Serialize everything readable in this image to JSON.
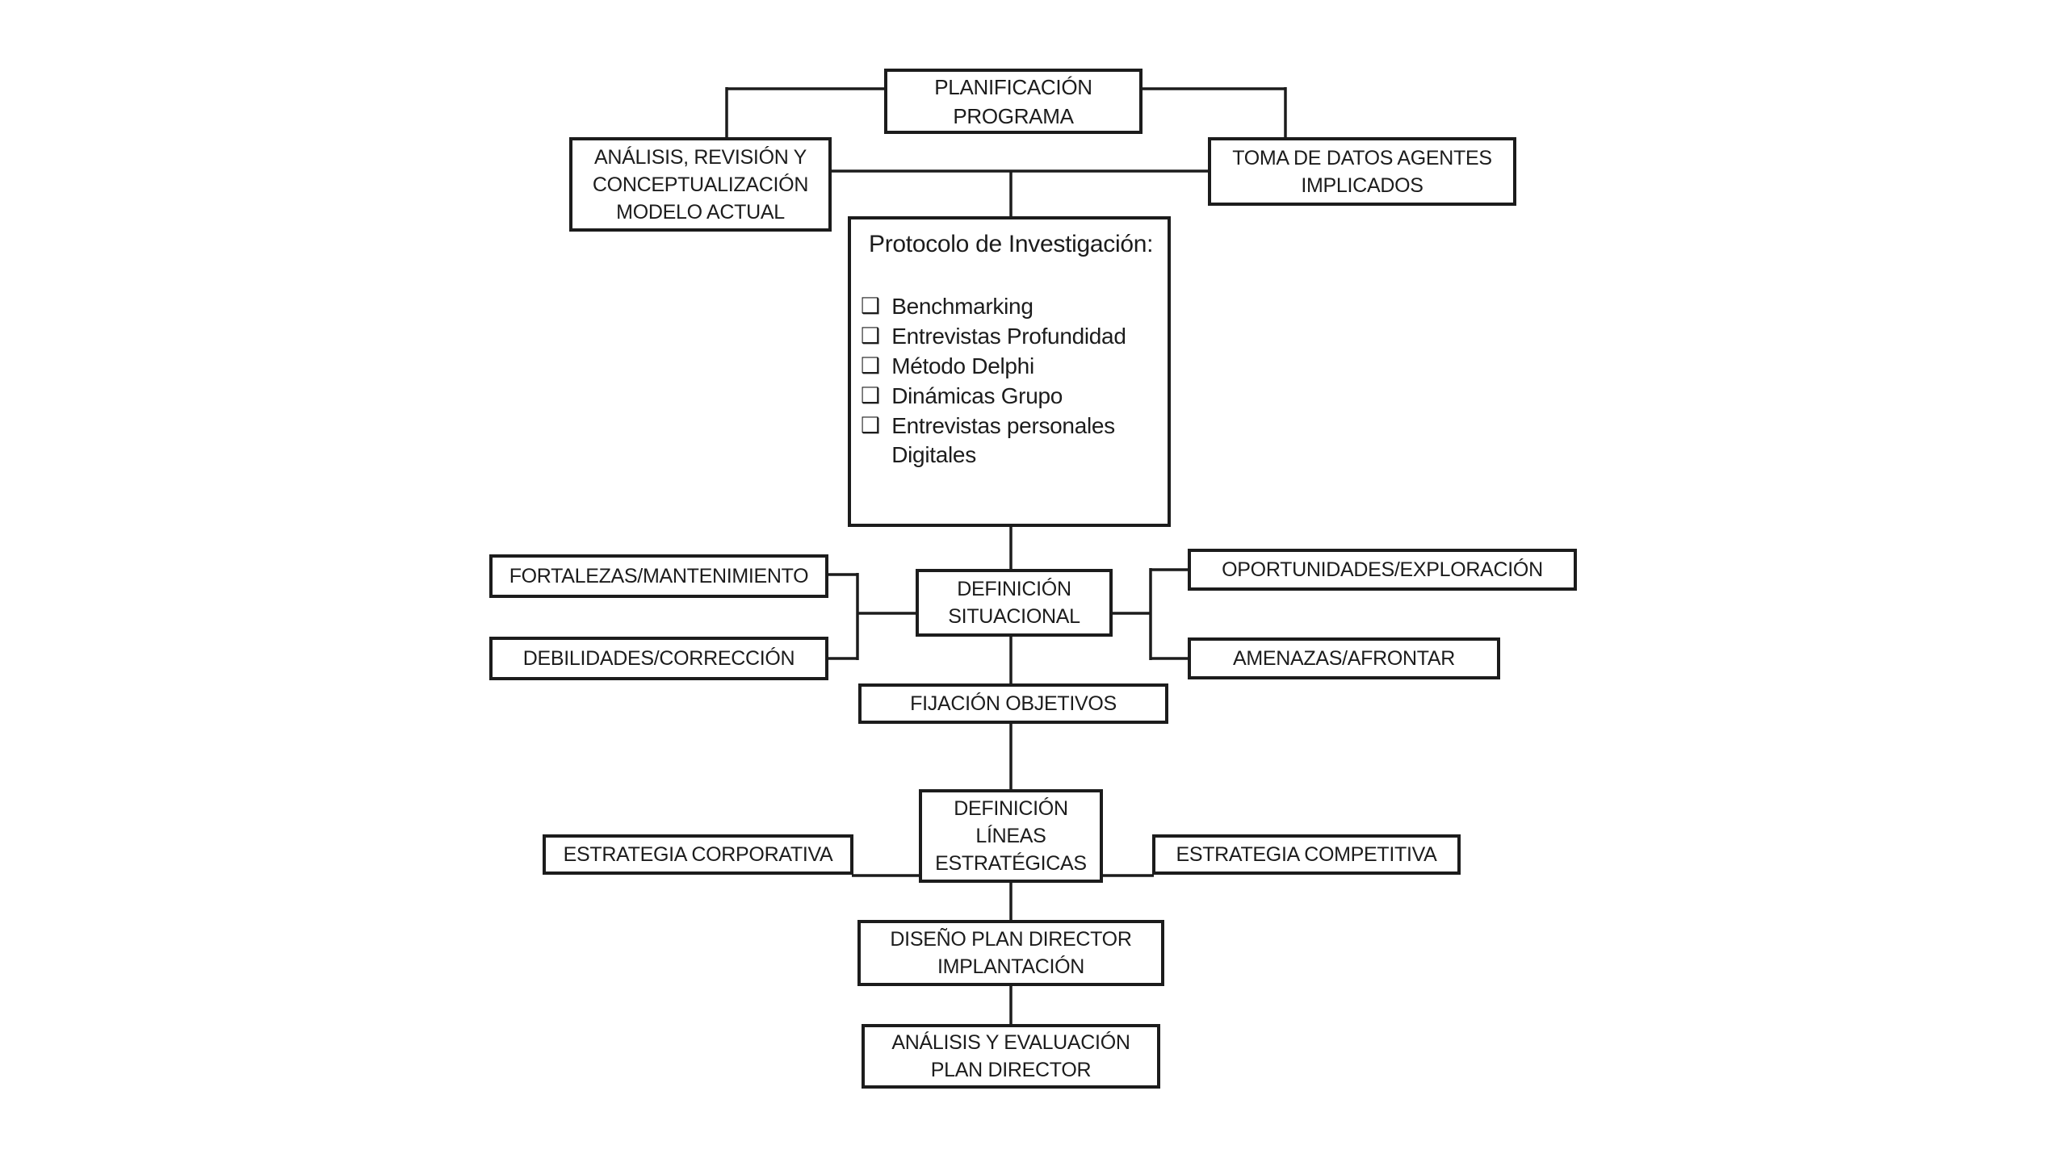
{
  "diagram": {
    "colors": {
      "line": "#1c1c1c",
      "background": "#ffffff",
      "text": "#1c1c1c"
    },
    "nodes": {
      "planificacion": {
        "label": "PLANIFICACIÓN\nPROGRAMA"
      },
      "analisis_revision": {
        "label": "ANÁLISIS, REVISIÓN Y\nCONCEPTUALIZACIÓN\nMODELO ACTUAL"
      },
      "toma_datos": {
        "label": "TOMA DE DATOS AGENTES\nIMPLICADOS"
      },
      "protocolo": {
        "title": "Protocolo de Investigación:",
        "checkbox_glyph": "❑",
        "items": [
          "Benchmarking",
          "Entrevistas Profundidad",
          "Método Delphi",
          "Dinámicas Grupo",
          "Entrevistas personales Digitales"
        ]
      },
      "fortalezas": {
        "label": "FORTALEZAS/MANTENIMIENTO"
      },
      "debilidades": {
        "label": "DEBILIDADES/CORRECCIÓN"
      },
      "definicion_situacional": {
        "label": "DEFINICIÓN\nSITUACIONAL"
      },
      "oportunidades": {
        "label": "OPORTUNIDADES/EXPLORACIÓN"
      },
      "amenazas": {
        "label": "AMENAZAS/AFRONTAR"
      },
      "fijacion_objetivos": {
        "label": "FIJACIÓN OBJETIVOS"
      },
      "definicion_lineas": {
        "label": "DEFINICIÓN\nLÍNEAS\nESTRATÉGICAS"
      },
      "estrategia_corporativa": {
        "label": "ESTRATEGIA CORPORATIVA"
      },
      "estrategia_competitiva": {
        "label": "ESTRATEGIA COMPETITIVA"
      },
      "diseno_plan_director": {
        "label": "DISEÑO PLAN DIRECTOR\nIMPLANTACIÓN"
      },
      "analisis_evaluacion": {
        "label": "ANÁLISIS Y EVALUACIÓN\nPLAN DIRECTOR"
      }
    }
  }
}
